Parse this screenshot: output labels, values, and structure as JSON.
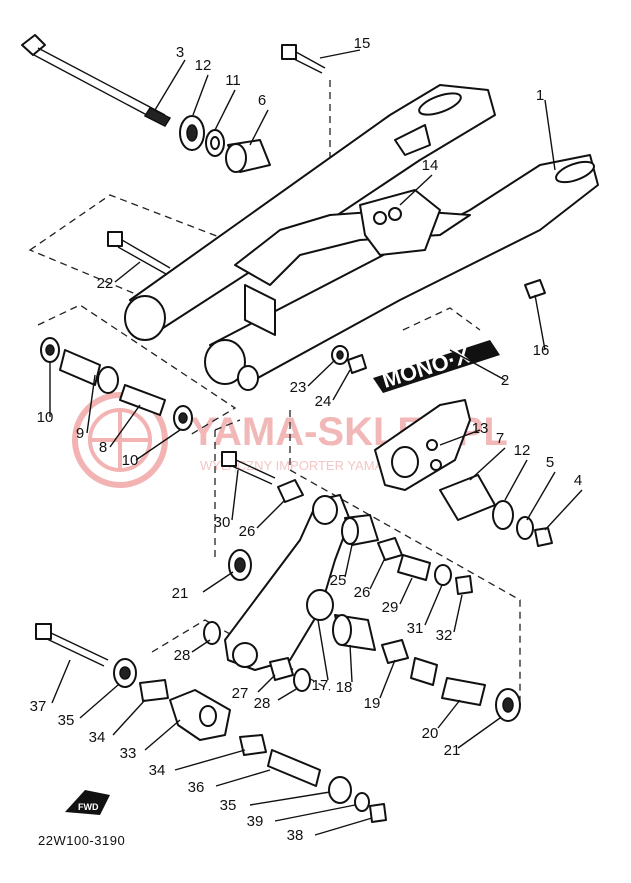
{
  "diagram_code": "22W100-3190",
  "badge_text": "MONO·X",
  "fwd_label": "FWD",
  "watermark": {
    "main": "YAMA-SKLEP.PL",
    "sub": "WYŁĄCZNY IMPORTER YAMAHA"
  },
  "callouts": [
    "1",
    "2",
    "3",
    "4",
    "5",
    "6",
    "7",
    "8",
    "9",
    "10",
    "10",
    "11",
    "12",
    "12",
    "13",
    "14",
    "15",
    "16",
    "17",
    "18",
    "19",
    "20",
    "21",
    "21",
    "22",
    "23",
    "24",
    "25",
    "26",
    "26",
    "27",
    "28",
    "28",
    "29",
    "30",
    "31",
    "32",
    "33",
    "34",
    "34",
    "35",
    "35",
    "36",
    "37",
    "38",
    "39"
  ]
}
